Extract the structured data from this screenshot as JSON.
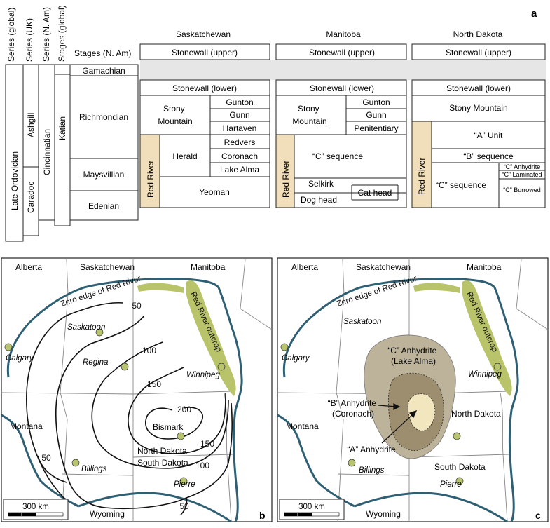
{
  "panel_a": {
    "letter": "a",
    "col_headers": [
      "Series (global)",
      "Series (UK)",
      "Series (N. Am)",
      "Stages (global)",
      "Stages (N. Am)"
    ],
    "series_global": "Late Ordovician",
    "series_uk": [
      "Ashgill",
      "Caradoc"
    ],
    "series_nam": "Cincinnatian",
    "stages_global": "Katian",
    "stages_nam": [
      "Gamachian",
      "Richmondian",
      "Maysvillian",
      "Edenian"
    ],
    "regions": [
      "Saskatchewan",
      "Manitoba",
      "North Dakota"
    ],
    "red_river": "Red River",
    "sask": {
      "stonewall_upper": "Stonewall (upper)",
      "stonewall_lower": "Stonewall (lower)",
      "stony": "Stony\nMountain",
      "gunton": "Gunton",
      "gunn": "Gunn",
      "hartaven": "Hartaven",
      "herald": "Herald",
      "redvers": "Redvers",
      "coronach": "Coronach",
      "lake_alma": "Lake Alma",
      "yeoman": "Yeoman"
    },
    "man": {
      "stonewall_upper": "Stonewall (upper)",
      "stonewall_lower": "Stonewall (lower)",
      "stony": "Stony\nMountain",
      "gunton": "Gunton",
      "gunn": "Gunn",
      "penitentiary": "Penitentiary",
      "c_seq": "“C” sequence",
      "selkirk": "Selkirk",
      "cat_head": "Cat head",
      "dog_head": "Dog head"
    },
    "nd": {
      "stonewall_upper": "Stonewall (upper)",
      "stonewall_lower": "Stonewall (lower)",
      "stony": "Stony Mountain",
      "a_unit": "“A” Unit",
      "b_seq": "“B” sequence",
      "c_seq": "“C” sequence",
      "c_anhydrite": "“C” Anhydrite",
      "c_laminated": "“C” Laminated",
      "c_burrowed": "“C” Burrowed"
    }
  },
  "panel_b": {
    "letter": "b",
    "regions": [
      "Alberta",
      "Saskatchewan",
      "Manitoba",
      "Montana",
      "North Dakota",
      "South Dakota",
      "Wyoming"
    ],
    "cities": [
      "Saskatoon",
      "Calgary",
      "Regina",
      "Winnipeg",
      "Bismark",
      "Billings",
      "Pierre"
    ],
    "zero_edge": "Zero edge of Red River",
    "outcrop": "Red River outcrop",
    "contours": [
      "50",
      "100",
      "150",
      "200",
      "150",
      "100",
      "50",
      "50"
    ],
    "scale": "300 km"
  },
  "panel_c": {
    "letter": "c",
    "regions": [
      "Alberta",
      "Saskatchewan",
      "Manitoba",
      "Montana",
      "North Dakota",
      "South Dakota",
      "Wyoming"
    ],
    "cities": [
      "Saskatoon",
      "Calgary",
      "Winnipeg",
      "Billings",
      "Pierre"
    ],
    "zero_edge": "Zero edge of Red River",
    "outcrop": "Red River outcrop",
    "c_anhydrite": "“C” Anhydrite\n(Lake Alma)",
    "b_anhydrite": "“B” Anhydrite\n(Coronach)",
    "a_anhydrite": "“A” Anhydrite",
    "scale": "300 km"
  },
  "colors": {
    "red_river_fill": "#f0dfba",
    "gray_band": "#e6e6e6",
    "zero_edge_line": "#2e5f73",
    "outcrop_fill": "#b9c46a",
    "city_dot": "#b8c46e",
    "c_anhydrite_fill": "#bdb39a",
    "b_anhydrite_fill": "#9c8e6e",
    "a_anhydrite_fill": "#f2e6bf"
  }
}
